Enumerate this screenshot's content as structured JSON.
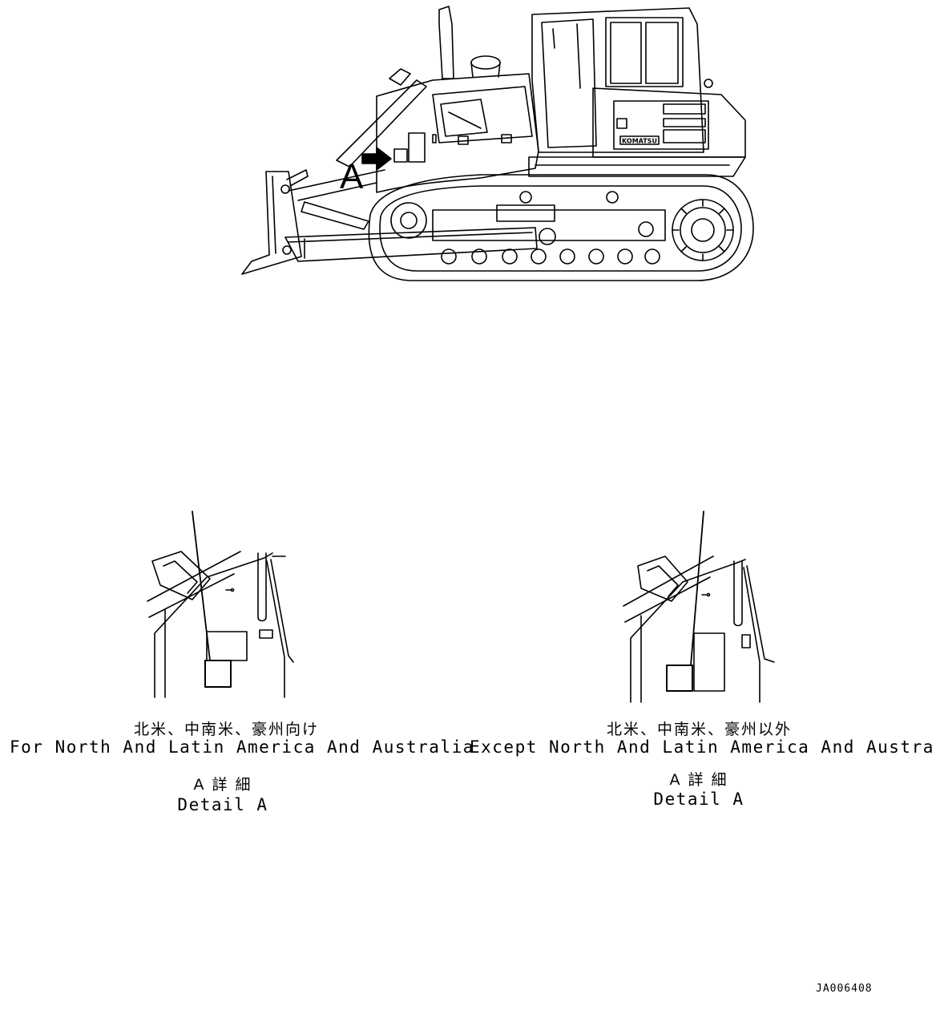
{
  "main_view": {
    "callout_letter": "A",
    "brand": "KOMATSU"
  },
  "detail_left": {
    "jp_caption": "北米、中南米、豪州向け",
    "en_caption": "For North And Latin America And Australia",
    "jp_detail": "A 詳 細",
    "en_detail": "Detail A"
  },
  "detail_right": {
    "jp_caption": "北米、中南米、豪州以外",
    "en_caption": "Except North And Latin America And Australia",
    "jp_detail": "A 詳 細",
    "en_detail": "Detail A"
  },
  "drawing_code": "JA006408"
}
